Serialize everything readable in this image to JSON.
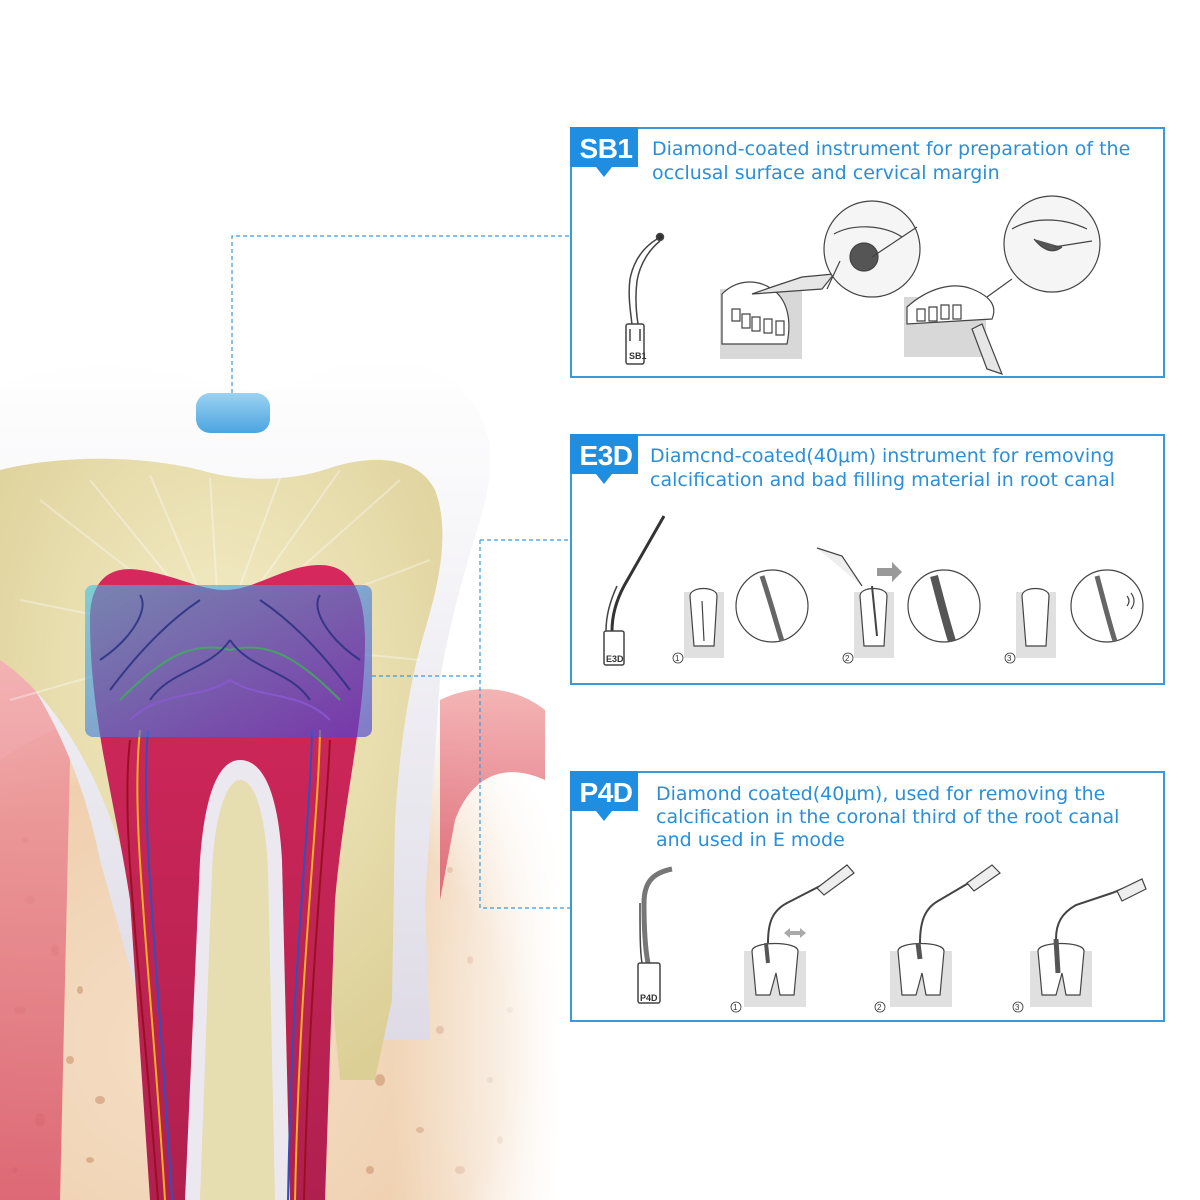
{
  "panels": [
    {
      "label": "SB1",
      "description": "Diamond-coated instrument for preparation of the occlusal surface and cervical margin",
      "tip_label": "SB1"
    },
    {
      "label": "E3D",
      "description": "Diamcnd-coated(40μm) instrument for removing calcification and bad filling material in root canal",
      "tip_label": "E3D",
      "steps": [
        "1",
        "2",
        "3"
      ]
    },
    {
      "label": "P4D",
      "description": "Diamond coated(40μm), used for removing the calcification in the coronal third of the root canal and used in E mode",
      "tip_label": "P4D",
      "steps": [
        "1",
        "2",
        "3"
      ]
    }
  ],
  "colors": {
    "accent": "#3a9ad9",
    "text": "#2a8fd8",
    "enamel": "#ebe8f0",
    "dentin": "#e6ddb0",
    "pulp": "#c8285a",
    "gum": "#e8828a",
    "bone": "#f3d9bd"
  }
}
